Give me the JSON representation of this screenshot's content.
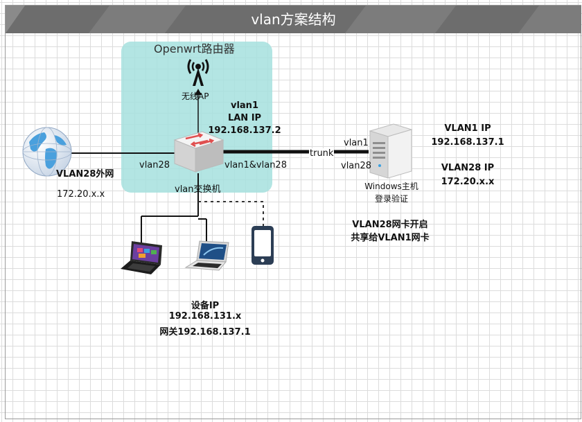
{
  "title": "vlan方案结构",
  "router_zone_label": "Openwrt路由器",
  "ap_label": "无线AP",
  "switch_vlan1": {
    "line1": "vlan1",
    "line2": "LAN IP",
    "line3": "192.168.137.2"
  },
  "switch_label": "vlan交换机",
  "port_vlan28": "vlan28",
  "port_trunk_side": "vlan1&vlan28",
  "trunk_label": "trunk",
  "internet": {
    "label": "VLAN28外网",
    "ip": "172.20.x.x"
  },
  "host": {
    "port_vlan1": "vlan1",
    "port_vlan28": "vlan28",
    "label_line1": "Windows主机",
    "label_line2": "登录验证",
    "vlan1_ip_title": "VLAN1 IP",
    "vlan1_ip": "192.168.137.1",
    "vlan28_ip_title": "VLAN28 IP",
    "vlan28_ip": "172.20.x.x",
    "note_line1": "VLAN28网卡开启",
    "note_line2": "共享给VLAN1网卡"
  },
  "devices": {
    "line1": "设备IP",
    "line2": "192.168.131.x",
    "line3": "网关192.168.137.1"
  },
  "colors": {
    "zone": "#a6e0de",
    "title_bar": "#6d6d6d",
    "switch_arrows": "#e05050",
    "phone": "#2c3e55"
  }
}
